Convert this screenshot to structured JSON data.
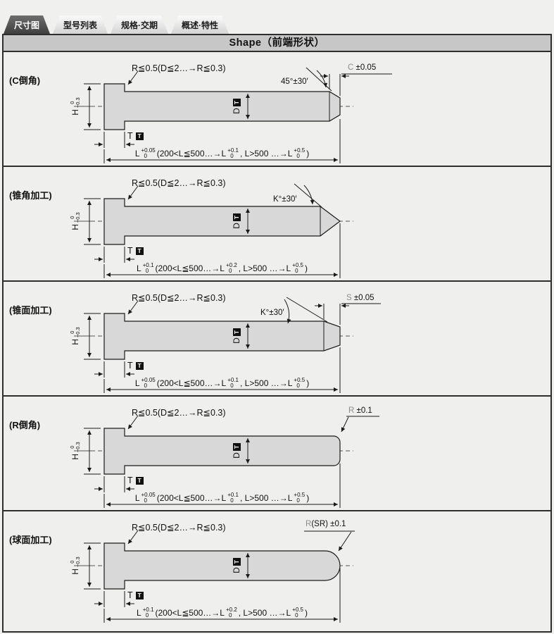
{
  "tabs": [
    {
      "label": "尺寸图",
      "active": true
    },
    {
      "label": "型号列表",
      "active": false
    },
    {
      "label": "规格·交期",
      "active": false
    },
    {
      "label": "概述·特性",
      "active": false
    }
  ],
  "header": {
    "title": "Shape（前端形状）"
  },
  "common": {
    "fillet_note": "R≦0.5(D≦2…→R≦0.3)",
    "h_letter": "H",
    "h_top": "0",
    "h_bottom": "−0.3",
    "d_letter": "D",
    "t_letter": "T",
    "boxed_t": "T"
  },
  "sections": [
    {
      "label": "(C倒角)",
      "tip": {
        "angle": "45°±30′",
        "dim_letter": "C",
        "dim_mid": "",
        "dim_tol": "±0.05"
      },
      "l": {
        "lead": "L",
        "t1top": "+0.05",
        "t1bot": "0",
        "seg1": "(200<L≦500…→L",
        "t2top": "+0.1",
        "t2bot": "0",
        "seg2": ",  L>500 …→L",
        "t3top": "+0.5",
        "t3bot": "0",
        "close": ")"
      }
    },
    {
      "label": "(锥角加工)",
      "tip": {
        "angle": "K°±30′",
        "dim_letter": "",
        "dim_mid": "",
        "dim_tol": ""
      },
      "l": {
        "lead": "L",
        "t1top": "+0.1",
        "t1bot": "0",
        "seg1": "(200<L≦500…→L",
        "t2top": "+0.2",
        "t2bot": "0",
        "seg2": ",  L>500 …→L",
        "t3top": "+0.5",
        "t3bot": "0",
        "close": ")"
      }
    },
    {
      "label": "(锥面加工)",
      "tip": {
        "angle": "K°±30′",
        "dim_letter": "S",
        "dim_mid": "",
        "dim_tol": "±0.05"
      },
      "l": {
        "lead": "L",
        "t1top": "+0.05",
        "t1bot": "0",
        "seg1": "(200<L≦500…→L",
        "t2top": "+0.1",
        "t2bot": "0",
        "seg2": ",  L>500 …→L",
        "t3top": "+0.5",
        "t3bot": "0",
        "close": ")"
      }
    },
    {
      "label": "(R倒角)",
      "tip": {
        "angle": "",
        "dim_letter": "R",
        "dim_mid": "",
        "dim_tol": "±0.1"
      },
      "l": {
        "lead": "L",
        "t1top": "+0.05",
        "t1bot": "0",
        "seg1": "(200<L≦500…→L",
        "t2top": "+0.1",
        "t2bot": "0",
        "seg2": ",  L>500 …→L",
        "t3top": "+0.5",
        "t3bot": "0",
        "close": ")"
      }
    },
    {
      "label": "(球面加工)",
      "tip": {
        "angle": "",
        "dim_letter": "R",
        "dim_mid": "(SR)",
        "dim_tol": "±0.1"
      },
      "l": {
        "lead": "L",
        "t1top": "+0.1",
        "t1bot": "0",
        "seg1": "(200<L≦500…→L",
        "t2top": "+0.2",
        "t2bot": "0",
        "seg2": ",  L>500 …→L",
        "t3top": "+0.5",
        "t3bot": "0",
        "close": ")"
      }
    }
  ]
}
